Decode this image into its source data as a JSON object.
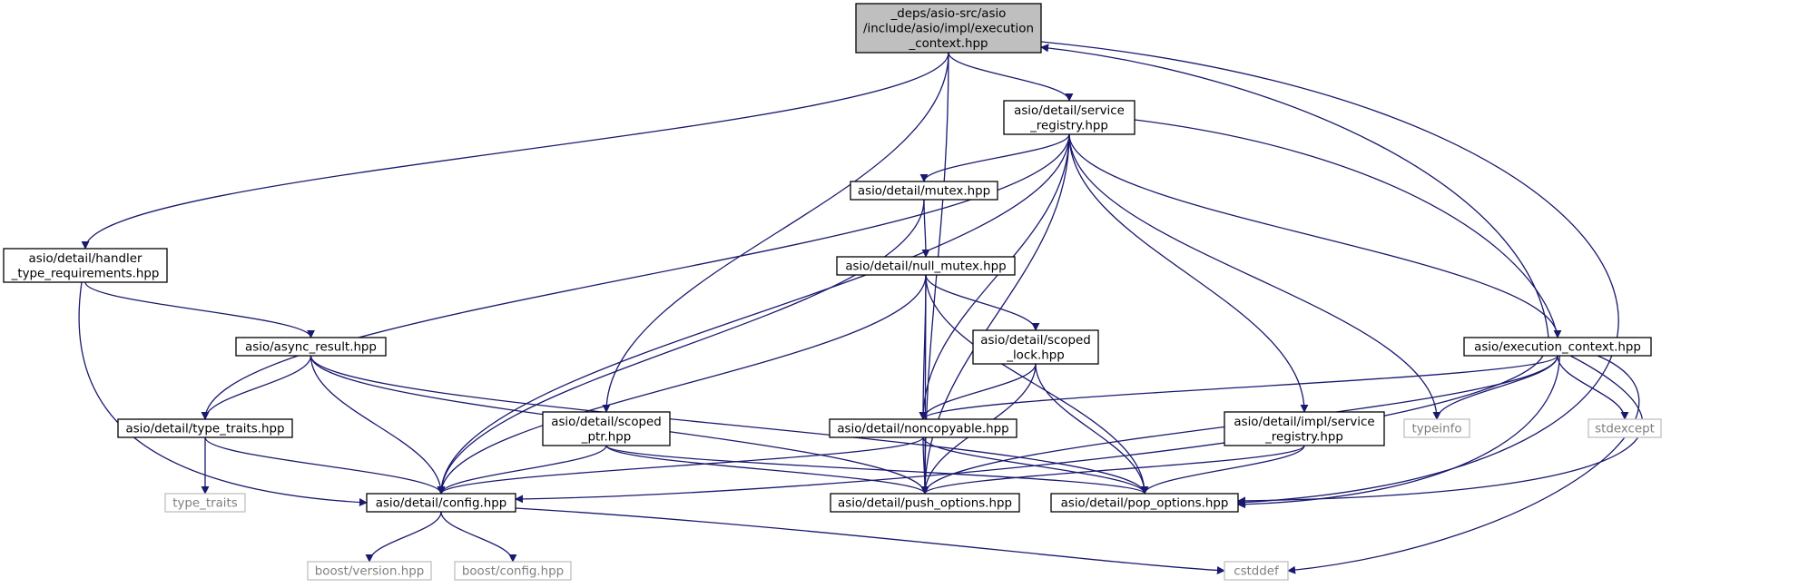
{
  "colors": {
    "edge": "#191970",
    "node_border": "#000000",
    "root_fill": "#bfbfbf",
    "external_border": "#bfbfbf",
    "external_text": "#808080",
    "text": "#000000"
  },
  "nodes": [
    {
      "id": "root",
      "kind": "root",
      "lines": [
        "_deps/asio-src/asio",
        "/include/asio/impl/execution",
        "_context.hpp"
      ]
    },
    {
      "id": "service_registry",
      "kind": "normal",
      "lines": [
        "asio/detail/service",
        "_registry.hpp"
      ]
    },
    {
      "id": "handler_type_req",
      "kind": "normal",
      "lines": [
        "asio/detail/handler",
        "_type_requirements.hpp"
      ]
    },
    {
      "id": "mutex",
      "kind": "normal",
      "lines": [
        "asio/detail/mutex.hpp"
      ]
    },
    {
      "id": "null_mutex",
      "kind": "normal",
      "lines": [
        "asio/detail/null_mutex.hpp"
      ]
    },
    {
      "id": "async_result",
      "kind": "normal",
      "lines": [
        "asio/async_result.hpp"
      ]
    },
    {
      "id": "scoped_lock",
      "kind": "normal",
      "lines": [
        "asio/detail/scoped",
        "_lock.hpp"
      ]
    },
    {
      "id": "execution_context",
      "kind": "normal",
      "lines": [
        "asio/execution_context.hpp"
      ]
    },
    {
      "id": "type_traits_hpp",
      "kind": "normal",
      "lines": [
        "asio/detail/type_traits.hpp"
      ]
    },
    {
      "id": "scoped_ptr",
      "kind": "normal",
      "lines": [
        "asio/detail/scoped",
        "_ptr.hpp"
      ]
    },
    {
      "id": "noncopyable",
      "kind": "normal",
      "lines": [
        "asio/detail/noncopyable.hpp"
      ]
    },
    {
      "id": "impl_service_registry",
      "kind": "normal",
      "lines": [
        "asio/detail/impl/service",
        "_registry.hpp"
      ]
    },
    {
      "id": "typeinfo",
      "kind": "external",
      "lines": [
        "typeinfo"
      ]
    },
    {
      "id": "stdexcept",
      "kind": "external",
      "lines": [
        "stdexcept"
      ]
    },
    {
      "id": "type_traits",
      "kind": "external",
      "lines": [
        "type_traits"
      ]
    },
    {
      "id": "config",
      "kind": "normal",
      "lines": [
        "asio/detail/config.hpp"
      ]
    },
    {
      "id": "push_options",
      "kind": "normal",
      "lines": [
        "asio/detail/push_options.hpp"
      ]
    },
    {
      "id": "pop_options",
      "kind": "normal",
      "lines": [
        "asio/detail/pop_options.hpp"
      ]
    },
    {
      "id": "boost_version",
      "kind": "external",
      "lines": [
        "boost/version.hpp"
      ]
    },
    {
      "id": "boost_config",
      "kind": "external",
      "lines": [
        "boost/config.hpp"
      ]
    },
    {
      "id": "cstddef",
      "kind": "external",
      "lines": [
        "cstddef"
      ]
    }
  ],
  "edges": [
    {
      "from": "root",
      "to": "service_registry"
    },
    {
      "from": "root",
      "to": "handler_type_req"
    },
    {
      "from": "root",
      "to": "scoped_ptr"
    },
    {
      "from": "root",
      "to": "push_options"
    },
    {
      "from": "root",
      "to": "pop_options"
    },
    {
      "from": "execution_context",
      "to": "root"
    },
    {
      "from": "service_registry",
      "to": "mutex"
    },
    {
      "from": "service_registry",
      "to": "type_traits_hpp"
    },
    {
      "from": "service_registry",
      "to": "config"
    },
    {
      "from": "service_registry",
      "to": "noncopyable"
    },
    {
      "from": "service_registry",
      "to": "push_options"
    },
    {
      "from": "service_registry",
      "to": "impl_service_registry"
    },
    {
      "from": "service_registry",
      "to": "typeinfo"
    },
    {
      "from": "service_registry",
      "to": "execution_context"
    },
    {
      "from": "service_registry",
      "to": "pop_options"
    },
    {
      "from": "handler_type_req",
      "to": "async_result"
    },
    {
      "from": "handler_type_req",
      "to": "config"
    },
    {
      "from": "mutex",
      "to": "null_mutex"
    },
    {
      "from": "mutex",
      "to": "config"
    },
    {
      "from": "null_mutex",
      "to": "config"
    },
    {
      "from": "null_mutex",
      "to": "push_options"
    },
    {
      "from": "null_mutex",
      "to": "noncopyable"
    },
    {
      "from": "null_mutex",
      "to": "scoped_lock"
    },
    {
      "from": "null_mutex",
      "to": "pop_options"
    },
    {
      "from": "async_result",
      "to": "type_traits_hpp"
    },
    {
      "from": "async_result",
      "to": "config"
    },
    {
      "from": "async_result",
      "to": "push_options"
    },
    {
      "from": "async_result",
      "to": "pop_options"
    },
    {
      "from": "scoped_lock",
      "to": "noncopyable"
    },
    {
      "from": "scoped_lock",
      "to": "push_options"
    },
    {
      "from": "scoped_lock",
      "to": "pop_options"
    },
    {
      "from": "execution_context",
      "to": "noncopyable"
    },
    {
      "from": "execution_context",
      "to": "typeinfo"
    },
    {
      "from": "execution_context",
      "to": "stdexcept"
    },
    {
      "from": "execution_context",
      "to": "config"
    },
    {
      "from": "execution_context",
      "to": "push_options"
    },
    {
      "from": "execution_context",
      "to": "pop_options"
    },
    {
      "from": "execution_context",
      "to": "cstddef"
    },
    {
      "from": "type_traits_hpp",
      "to": "type_traits"
    },
    {
      "from": "type_traits_hpp",
      "to": "config"
    },
    {
      "from": "scoped_ptr",
      "to": "config"
    },
    {
      "from": "scoped_ptr",
      "to": "push_options"
    },
    {
      "from": "scoped_ptr",
      "to": "pop_options"
    },
    {
      "from": "noncopyable",
      "to": "config"
    },
    {
      "from": "noncopyable",
      "to": "push_options"
    },
    {
      "from": "noncopyable",
      "to": "pop_options"
    },
    {
      "from": "impl_service_registry",
      "to": "push_options"
    },
    {
      "from": "impl_service_registry",
      "to": "pop_options"
    },
    {
      "from": "config",
      "to": "boost_version"
    },
    {
      "from": "config",
      "to": "boost_config"
    },
    {
      "from": "config",
      "to": "cstddef"
    }
  ]
}
